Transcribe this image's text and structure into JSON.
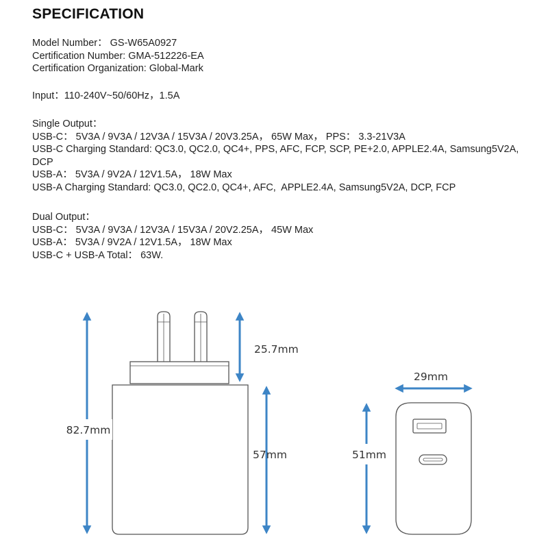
{
  "title": "SPECIFICATION",
  "identity": {
    "model": "Model Number： GS-W65A0927",
    "certification_number": "Certification Number: GMA-512226-EA",
    "certification_org": "Certification Organization: Global-Mark"
  },
  "input": "Input：110-240V~50/60Hz，1.5A",
  "single_output": {
    "heading": "Single Output：",
    "usb_c": "USB-C： 5V3A / 9V3A / 12V3A / 15V3A / 20V3.25A， 65W Max， PPS： 3.3-21V3A",
    "usb_c_standard": "USB-C Charging Standard: QC3.0, QC2.0, QC4+, PPS, AFC, FCP, SCP, PE+2.0, APPLE2.4A, Samsung5V2A, DCP",
    "usb_a": "USB-A： 5V3A / 9V2A / 12V1.5A， 18W Max",
    "usb_a_standard": "USB-A Charging Standard: QC3.0, QC2.0, QC4+, AFC,  APPLE2.4A, Samsung5V2A, DCP, FCP"
  },
  "dual_output": {
    "heading": "Dual Output：",
    "usb_c": "USB-C： 5V3A / 9V3A / 12V3A / 15V3A / 20V2.25A， 45W Max",
    "usb_a": "USB-A： 5V3A / 9V2A / 12V1.5A， 18W Max",
    "total": "USB-C + USB-A Total： 63W."
  },
  "dimensions": {
    "total_height": "82.7mm",
    "prong_height": "25.7mm",
    "body_height": "57mm",
    "width": "29mm",
    "front_height": "51mm"
  },
  "colors": {
    "arrow": "#3d85c6",
    "outline": "#555555"
  }
}
